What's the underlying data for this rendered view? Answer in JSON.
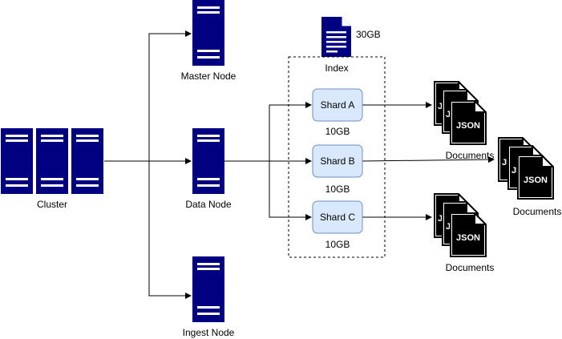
{
  "colors": {
    "server_fill": "#000080",
    "server_slot": "#ffffff",
    "shard_fill": "#dae8fc",
    "shard_stroke": "#6c8ebf",
    "edge": "#000000",
    "doc_icon": "#000000"
  },
  "cluster": {
    "label": "Cluster",
    "icon": "server-icon"
  },
  "nodes": {
    "master": {
      "label": "Master Node",
      "icon": "server-icon"
    },
    "data": {
      "label": "Data Node",
      "icon": "server-icon"
    },
    "ingest": {
      "label": "Ingest Node",
      "icon": "server-icon"
    }
  },
  "index": {
    "label": "Index",
    "size": "30GB",
    "icon": "document-icon"
  },
  "shards": [
    {
      "label": "Shard A",
      "size": "10GB"
    },
    {
      "label": "Shard B",
      "size": "10GB"
    },
    {
      "label": "Shard C",
      "size": "10GB"
    }
  ],
  "documents": [
    {
      "label": "Documents",
      "icon": "json-file-stack-icon",
      "json_text": "JSON",
      "peek_text": "JS"
    },
    {
      "label": "Documents",
      "icon": "json-file-stack-icon",
      "json_text": "JSON",
      "peek_text": "JS"
    },
    {
      "label": "Documents",
      "icon": "json-file-stack-icon",
      "json_text": "JSON",
      "peek_text": "JS"
    }
  ]
}
